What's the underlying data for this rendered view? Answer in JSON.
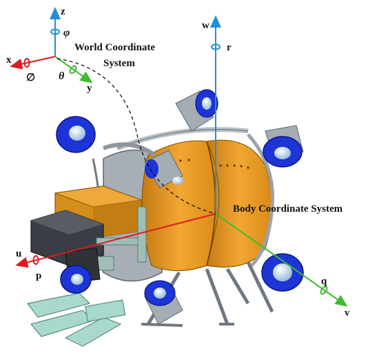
{
  "labels": {
    "world_title_line1": "World Coordinate",
    "world_title_line2": "System",
    "body_title": "Body Coordinate System"
  },
  "world_axes": {
    "z": "z",
    "x": "x",
    "y": "y",
    "phi": "φ",
    "theta": "θ",
    "psi": "∅"
  },
  "body_axes": {
    "w": "w",
    "u": "u",
    "v": "v",
    "r": "r",
    "p": "p",
    "q": "q"
  },
  "colors": {
    "z_axis": "#1e8fd6",
    "x_axis": "#e0191d",
    "y_axis": "#3fba2e",
    "hull": "#e99a1c",
    "hull_dark": "#b8720f",
    "thruster_blue": "#1d34d6",
    "thruster_grey": "#9aa3ad",
    "frame": "#b9c0c6",
    "gripper": "#a9d8cc"
  }
}
